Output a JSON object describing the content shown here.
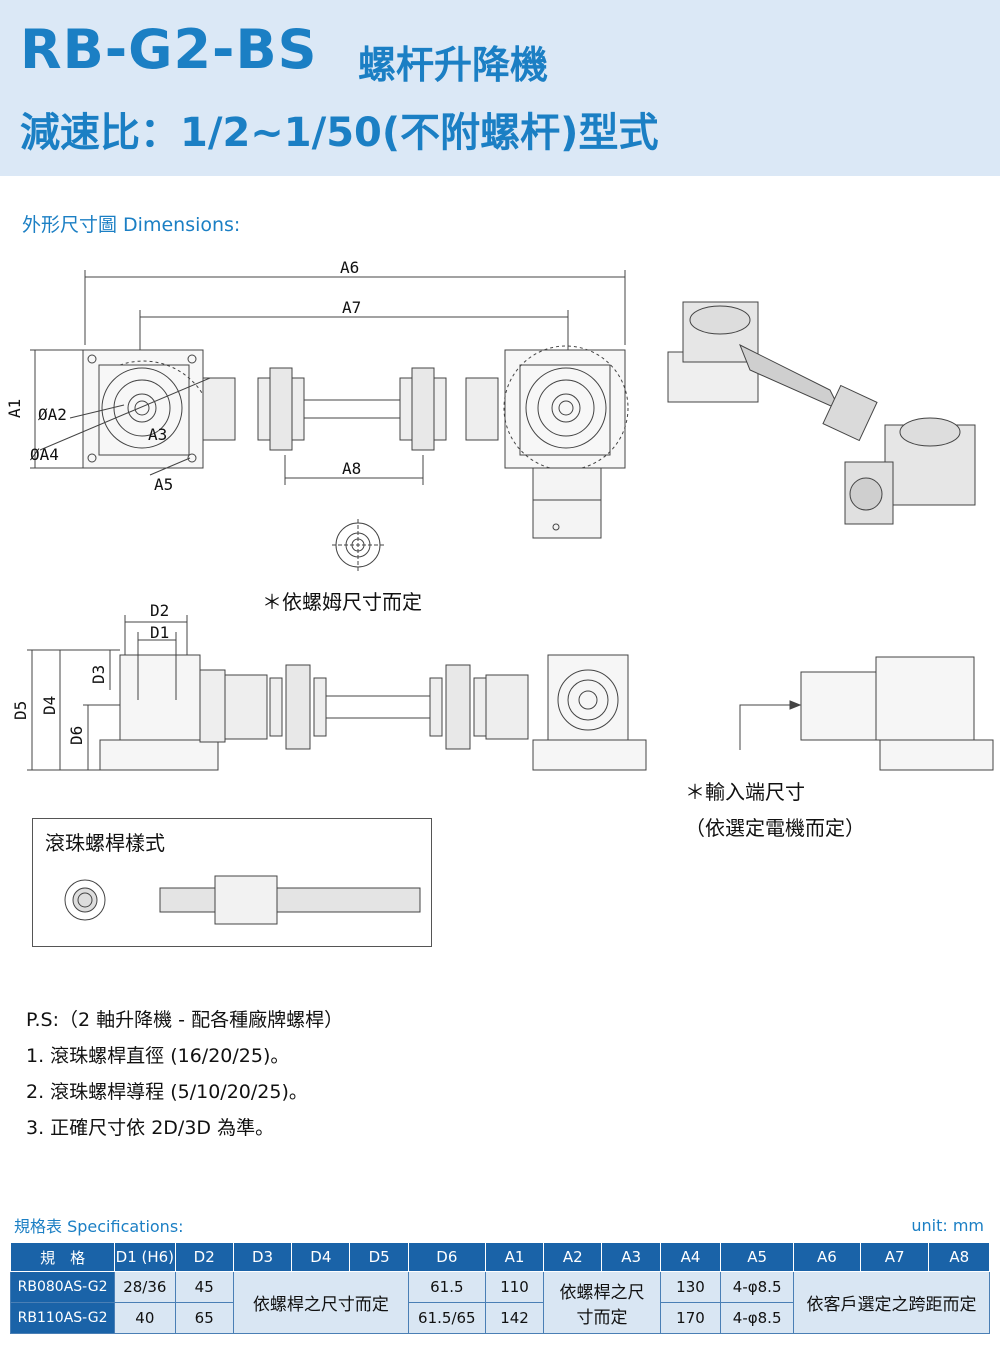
{
  "header": {
    "model": "RB-G2-BS",
    "name": "螺杆升降機",
    "ratio": "減速比：1/2~1/50(不附螺杆)型式"
  },
  "sections": {
    "dimensions": "外形尺寸圖 Dimensions:",
    "specifications": "規格表 Specifications:",
    "unit": "unit: mm"
  },
  "drawing": {
    "labels": {
      "a1": "A1",
      "a2": "ØA2",
      "a3": "A3",
      "a4": "ØA4",
      "a5": "A5",
      "a6": "A6",
      "a7": "A7",
      "a8": "A8",
      "d1": "D1",
      "d2": "D2",
      "d3": "D3",
      "d4": "D4",
      "d5": "D5",
      "d6": "D6"
    },
    "nut_note": "＊依螺姆尺寸而定",
    "input_note": "＊輸入端尺寸",
    "input_note2": "（依選定電機而定）",
    "ball_screw_title": "滾珠螺桿樣式"
  },
  "ps": {
    "line0": "P.S:（2 軸升降機 - 配各種廠牌螺桿）",
    "line1": "1. 滾珠螺桿直徑 (16/20/25)。",
    "line2": "2. 滾珠螺桿導程 (5/10/20/25)。",
    "line3": "3. 正確尺寸依 2D/3D 為準。"
  },
  "table": {
    "headers": [
      "規　格",
      "D1 (H6)",
      "D2",
      "D3",
      "D4",
      "D5",
      "D6",
      "A1",
      "A2",
      "A3",
      "A4",
      "A5",
      "A6",
      "A7",
      "A8"
    ],
    "rows": [
      {
        "model": "RB080AS-G2",
        "d1": "28/36",
        "d2": "45",
        "d6": "61.5",
        "a1": "110",
        "a4": "130",
        "a5": "4-φ8.5"
      },
      {
        "model": "RB110AS-G2",
        "d1": "40",
        "d2": "65",
        "d6": "61.5/65",
        "a1": "142",
        "a4": "170",
        "a5": "4-φ8.5"
      }
    ],
    "merge_d3_d5": "依螺桿之尺寸而定",
    "merge_a2_a3": "依螺桿之尺寸而定",
    "merge_a6_a8": "依客戶選定之跨距而定"
  }
}
